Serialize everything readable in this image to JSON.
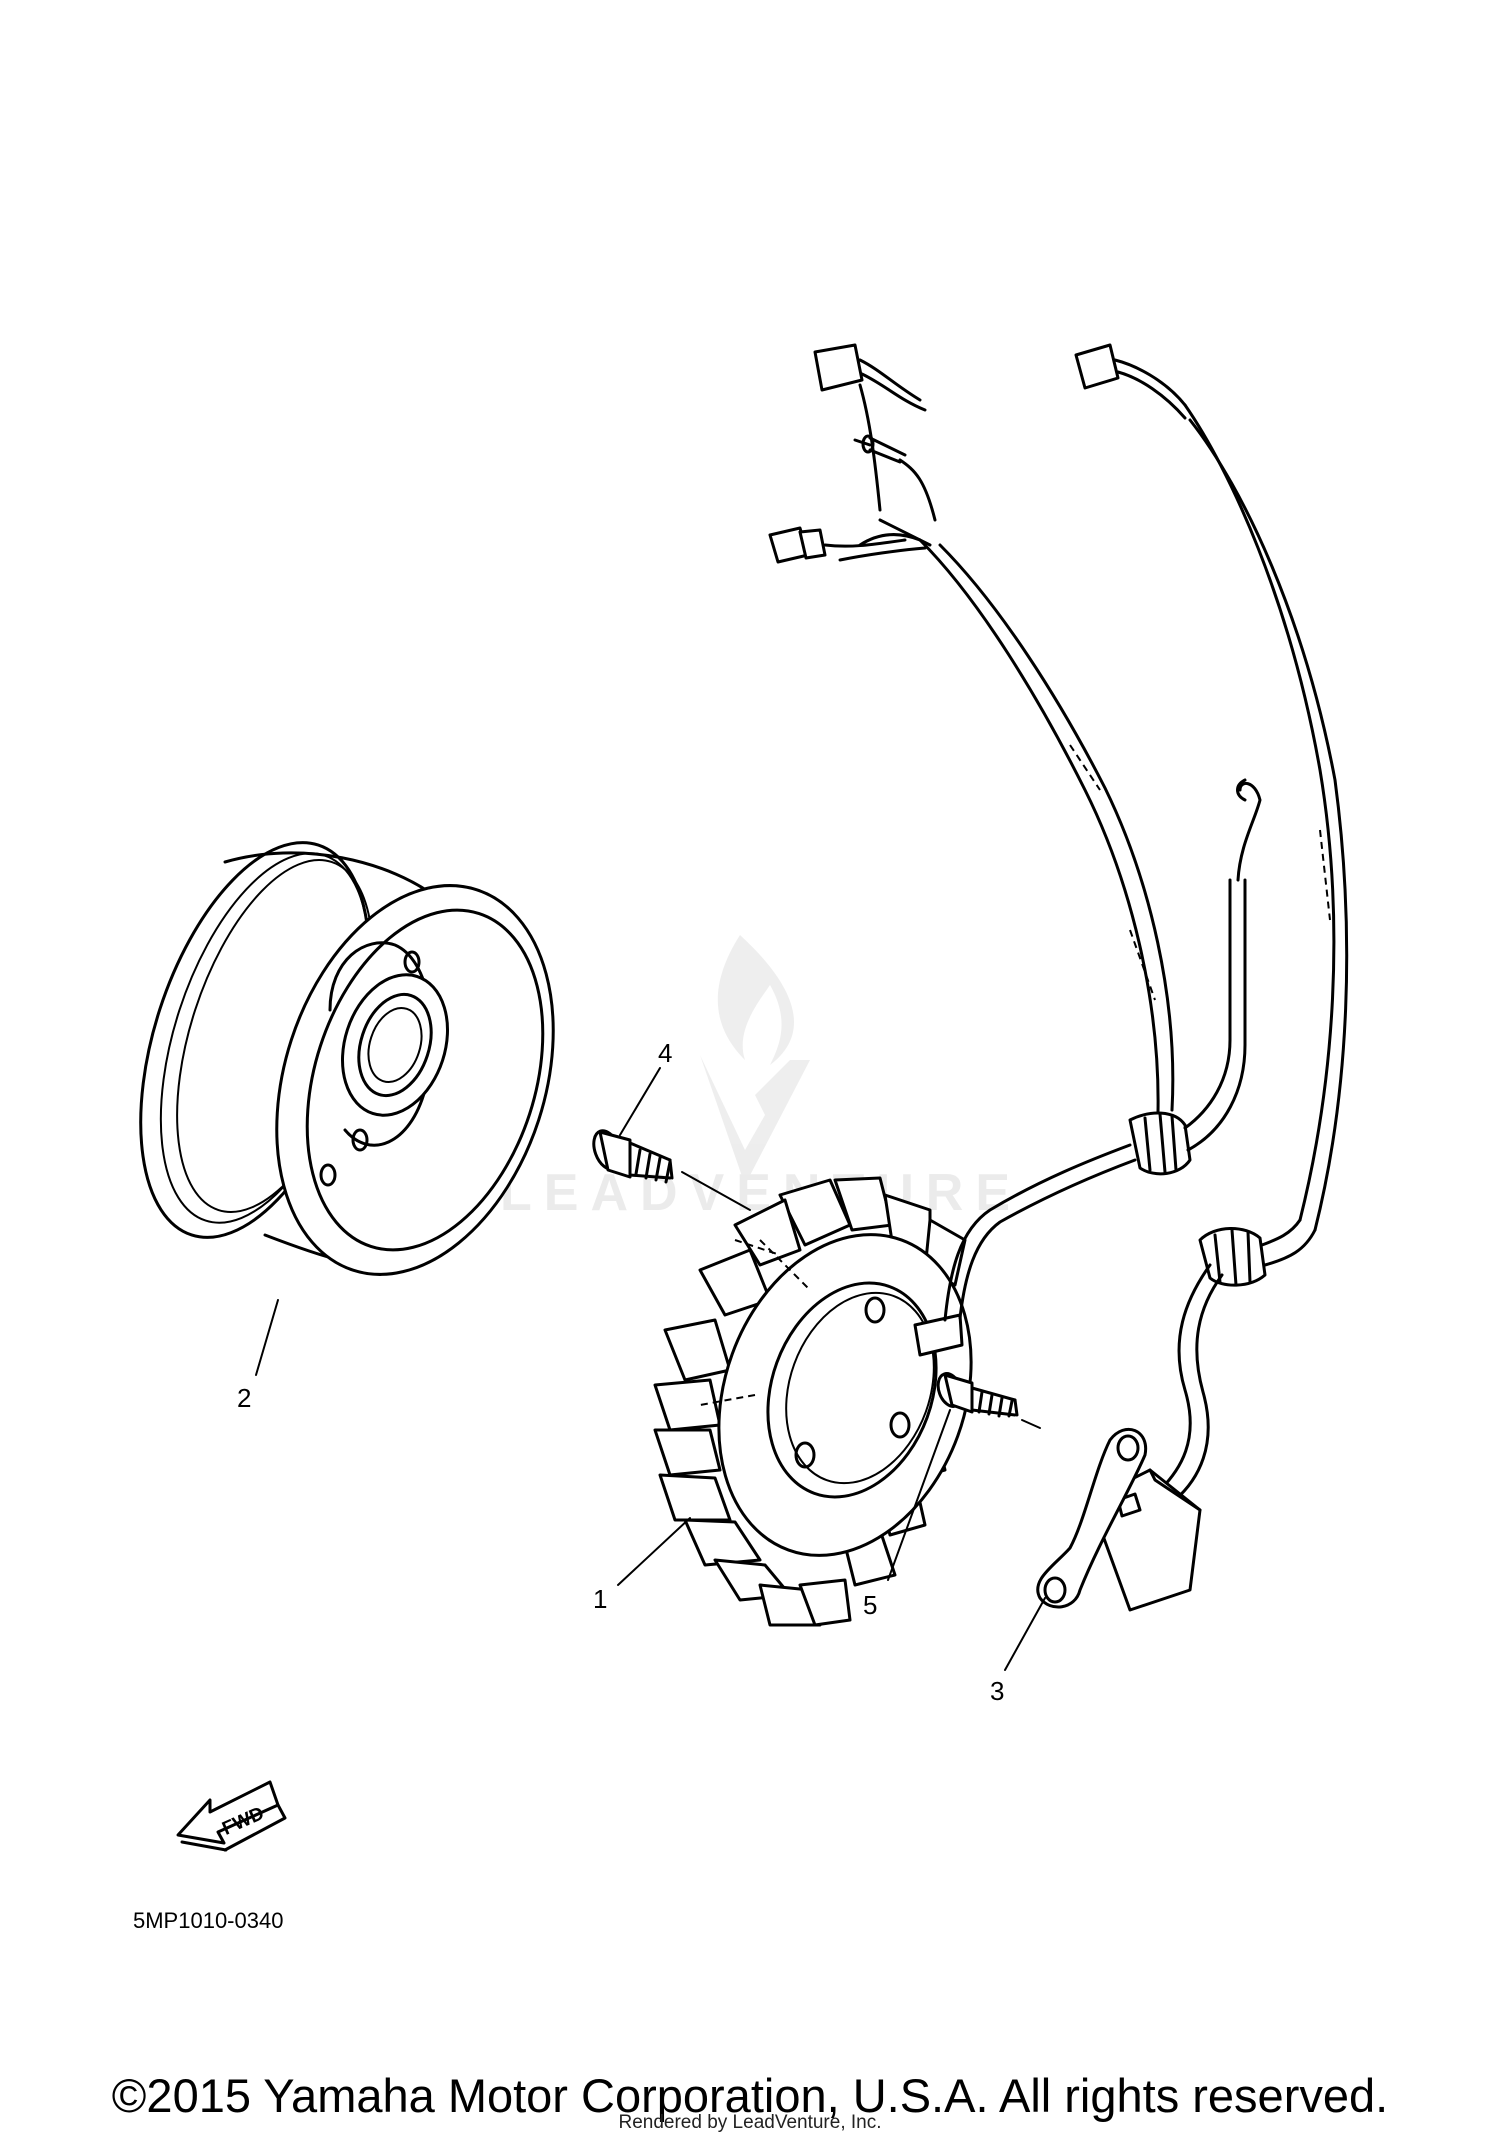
{
  "diagram": {
    "callouts": [
      {
        "id": "1",
        "text": "1"
      },
      {
        "id": "2",
        "text": "2"
      },
      {
        "id": "3",
        "text": "3"
      },
      {
        "id": "4",
        "text": "4"
      },
      {
        "id": "5",
        "text": "5"
      }
    ],
    "direction_arrow": "FWD",
    "drawing_code": "5MP1010-0340",
    "watermark": "LEADVENTURE"
  },
  "footer": {
    "copyright": "©2015 Yamaha Motor Corporation, U.S.A. All rights reserved.",
    "rendered_by": "Rendered by LeadVenture, Inc."
  }
}
